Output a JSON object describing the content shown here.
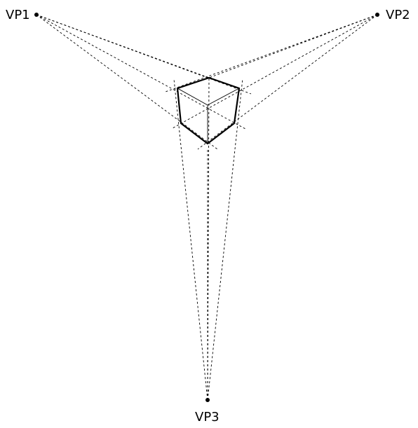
{
  "vanishing_points": [
    {
      "id": "vp1",
      "label": "VP1"
    },
    {
      "id": "vp2",
      "label": "VP2"
    },
    {
      "id": "vp3",
      "label": "VP3"
    }
  ]
}
